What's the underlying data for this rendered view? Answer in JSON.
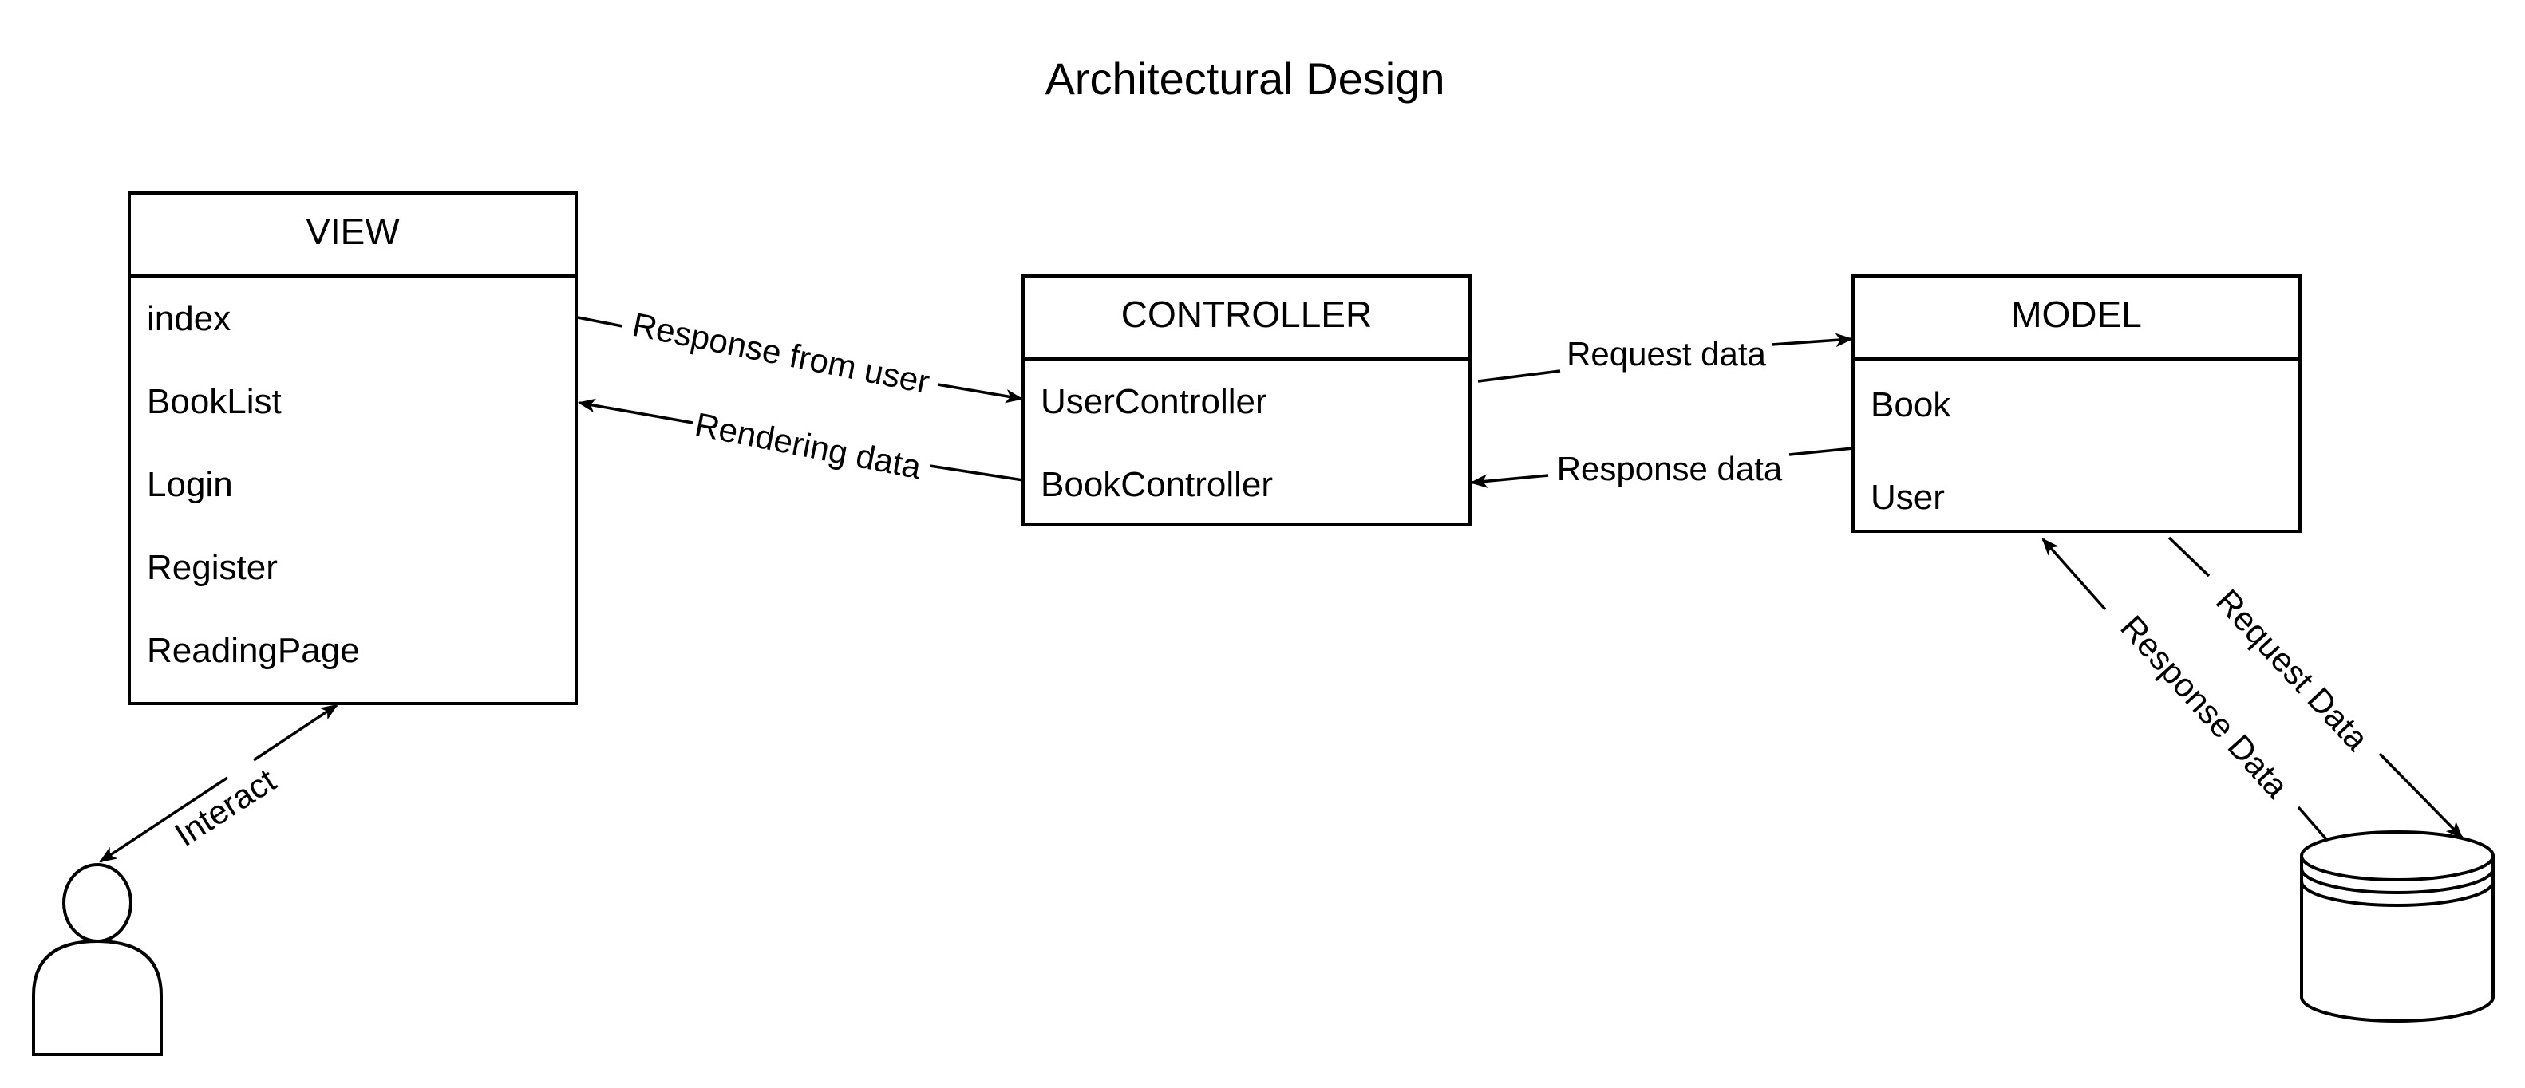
{
  "title": "Architectural Design",
  "view": {
    "header": "VIEW",
    "items": [
      "index",
      "BookList",
      "Login",
      "Register",
      "ReadingPage"
    ]
  },
  "controller": {
    "header": "CONTROLLER",
    "items": [
      "UserController",
      "BookController"
    ]
  },
  "model": {
    "header": "MODEL",
    "items": [
      "Book",
      "User"
    ]
  },
  "edges": {
    "response_from_user": "Response from user",
    "rendering_data": "Rendering data",
    "request_data": "Request data",
    "response_data": "Response data",
    "request_data_db": "Request Data",
    "response_data_db": "Response Data",
    "interact": "Interact"
  }
}
